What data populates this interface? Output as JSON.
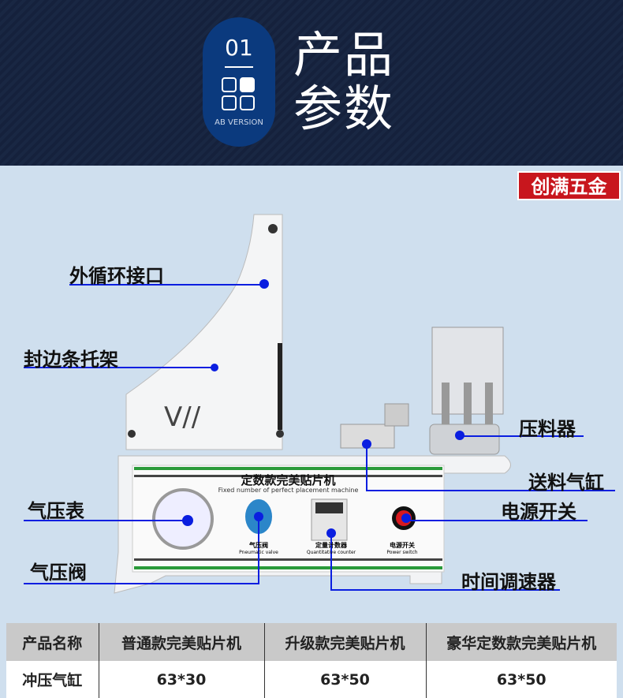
{
  "header": {
    "number": "01",
    "version": "AB VERSION",
    "title_line1": "产品",
    "title_line2": "参数"
  },
  "brand": "创满五金",
  "machine": {
    "panel_title": "定数款完美贴片机",
    "panel_subtitle": "Fixed number of perfect placement machine",
    "panel_labels": [
      {
        "cn": "气压阀",
        "en": "Pneumatic valve"
      },
      {
        "cn": "定量计数器",
        "en": "Quantitative counter"
      },
      {
        "cn": "电源开关",
        "en": "Power switch"
      }
    ]
  },
  "callouts": {
    "ext_interface": "外循环接口",
    "strip_holder": "封边条托架",
    "presser": "压料器",
    "feed_cylinder": "送料气缸",
    "power_switch": "电源开关",
    "pressure_gauge": "气压表",
    "pressure_valve": "气压阀",
    "timer": "时间调速器"
  },
  "accent": "#0a1ee0",
  "table": {
    "headers": [
      "产品名称",
      "普通款完美贴片机",
      "升级款完美贴片机",
      "豪华定数款完美贴片机"
    ],
    "rows": [
      [
        "冲压气缸",
        "63*30",
        "63*50",
        "63*50"
      ]
    ]
  }
}
